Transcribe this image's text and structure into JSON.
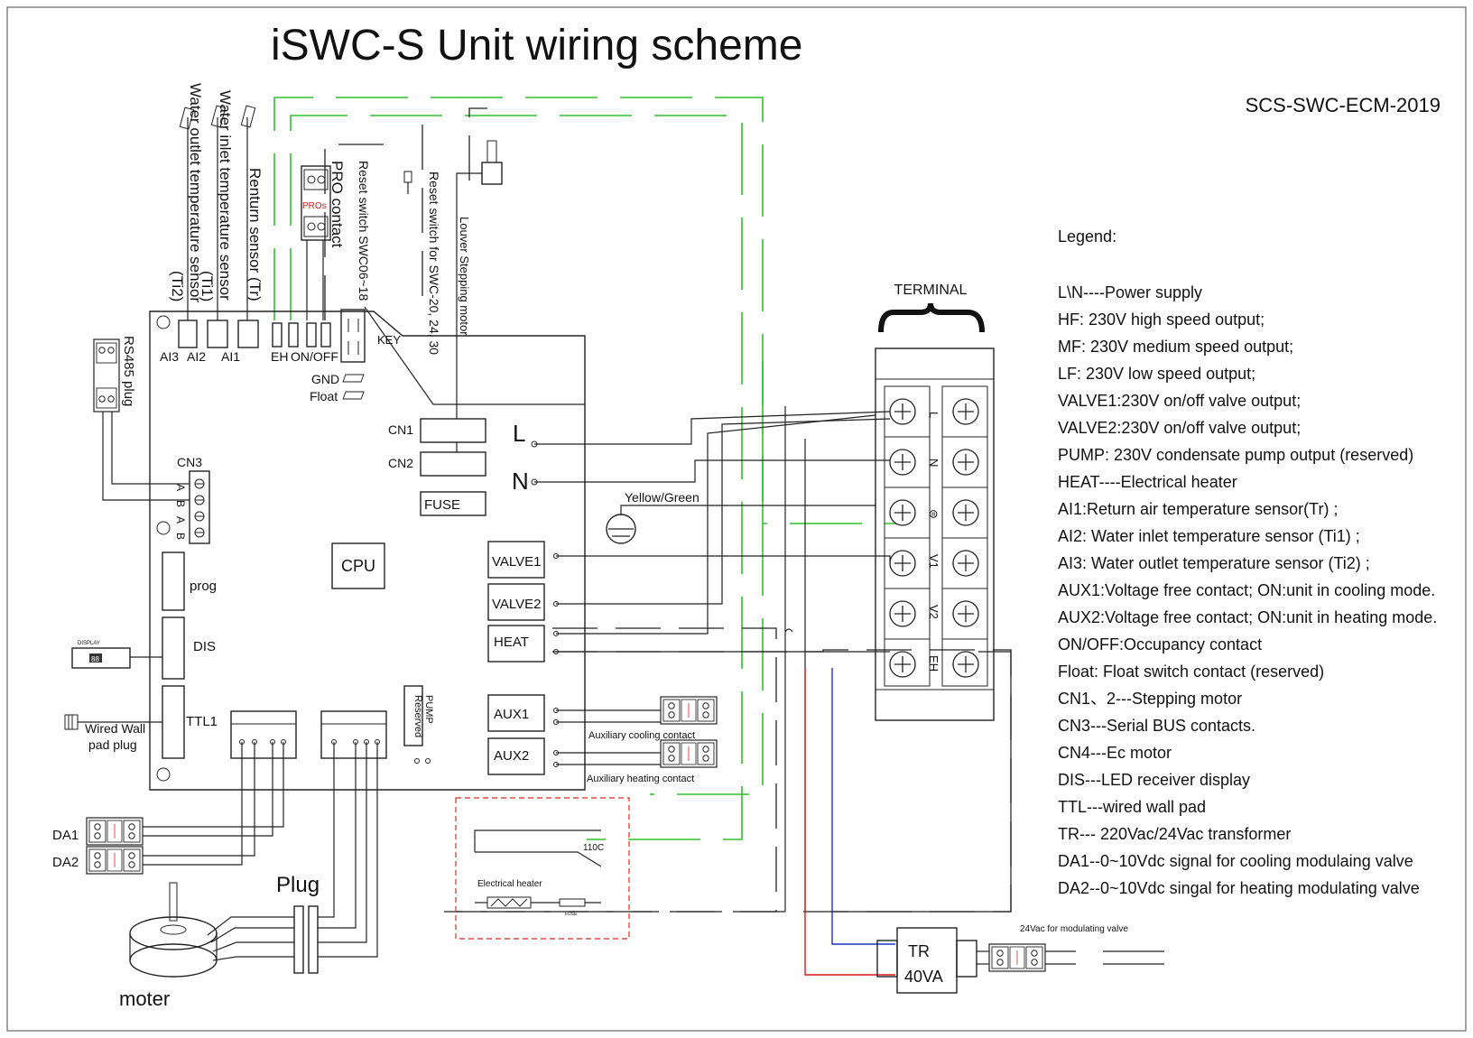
{
  "title": "iSWC-S Unit wiring scheme",
  "code": "SCS-SWC-ECM-2019",
  "legend": {
    "heading": "Legend:",
    "items": [
      "L\\N----Power supply",
      "HF: 230V high speed output;",
      "MF: 230V medium speed output;",
      "LF: 230V low speed output;",
      "VALVE1:230V on/off valve output;",
      "VALVE2:230V on/off valve output;",
      "PUMP: 230V condensate pump output (reserved)",
      "HEAT----Electrical heater",
      "AI1:Return air temperature sensor(Tr) ;",
      "AI2: Water inlet temperature sensor (Ti1) ;",
      "AI3: Water outlet temperature sensor (Ti2) ;",
      "AUX1:Voltage free contact; ON:unit in cooling mode.",
      "AUX2:Voltage free contact; ON:unit in heating mode.",
      "ON/OFF:Occupancy contact",
      "Float: Float switch contact (reserved)",
      "CN1、2---Stepping motor",
      "CN3---Serial BUS contacts.",
      "CN4---Ec motor",
      "DIS---LED  receiver display",
      "TTL---wired wall pad",
      "TR--- 220Vac/24Vac transformer",
      "DA1--0~10Vdc signal for cooling modulaing valve",
      "DA2--0~10Vdc singal for heating modulating valve"
    ]
  },
  "terminal": {
    "label": "TERMINAL",
    "rows": [
      "L",
      "N",
      "⊜",
      "V1",
      "V2",
      "EH"
    ]
  },
  "board": {
    "cpu": "CPU",
    "cn1": "CN1",
    "cn2": "CN2",
    "cn3": "CN3",
    "cn3_pins": [
      "A",
      "B",
      "A",
      "B"
    ],
    "fuse": "FUSE",
    "prog": "prog",
    "dis": "DIS",
    "ttl1": "TTL1",
    "key": "KEY",
    "gnd": "GND",
    "float": "Float",
    "valve1": "VALVE1",
    "valve2": "VALVE2",
    "heat": "HEAT",
    "aux1": "AUX1",
    "aux2": "AUX2",
    "pump": "PUMP\nReserved",
    "l": "L",
    "n": "N",
    "ai3": "AI3",
    "ai2": "AI2",
    "ai1": "AI1",
    "eh": "EH",
    "onoff": "ON/OFF"
  },
  "sensors": {
    "outlet": "Water outlet temperature sensor",
    "outlet_code": "(Ti2)",
    "inlet": "Water inlet temperature sensor",
    "inlet_code": "(Ti1)",
    "return": "Renturn sensor (Tr)",
    "pro_contact": "PRO contact",
    "pros": "PROs",
    "reset1": "Reset switch SWC06~18",
    "reset2": "Reset switch for SWC-20, 24, 30",
    "louver": "Louver Stepping  motor"
  },
  "misc": {
    "rs485": "RS485 plug",
    "display": "DISPLAY",
    "display_digits": "88",
    "wired_wall": "Wired Wall",
    "pad_plug": "pad plug",
    "yellow_green": "Yellow/Green",
    "aux_cool": "Auxiliary cooling contact",
    "aux_heat": "Auxiliary heating contact",
    "da1": "DA1",
    "da2": "DA2",
    "plug": "Plug",
    "moter": "moter",
    "heater": "Electrical heater",
    "heater_fuse": "FUSE",
    "temp_110": "110C",
    "tr": "TR",
    "tr_rating": "40VA",
    "vac24": "24Vac for  modulating valve"
  }
}
